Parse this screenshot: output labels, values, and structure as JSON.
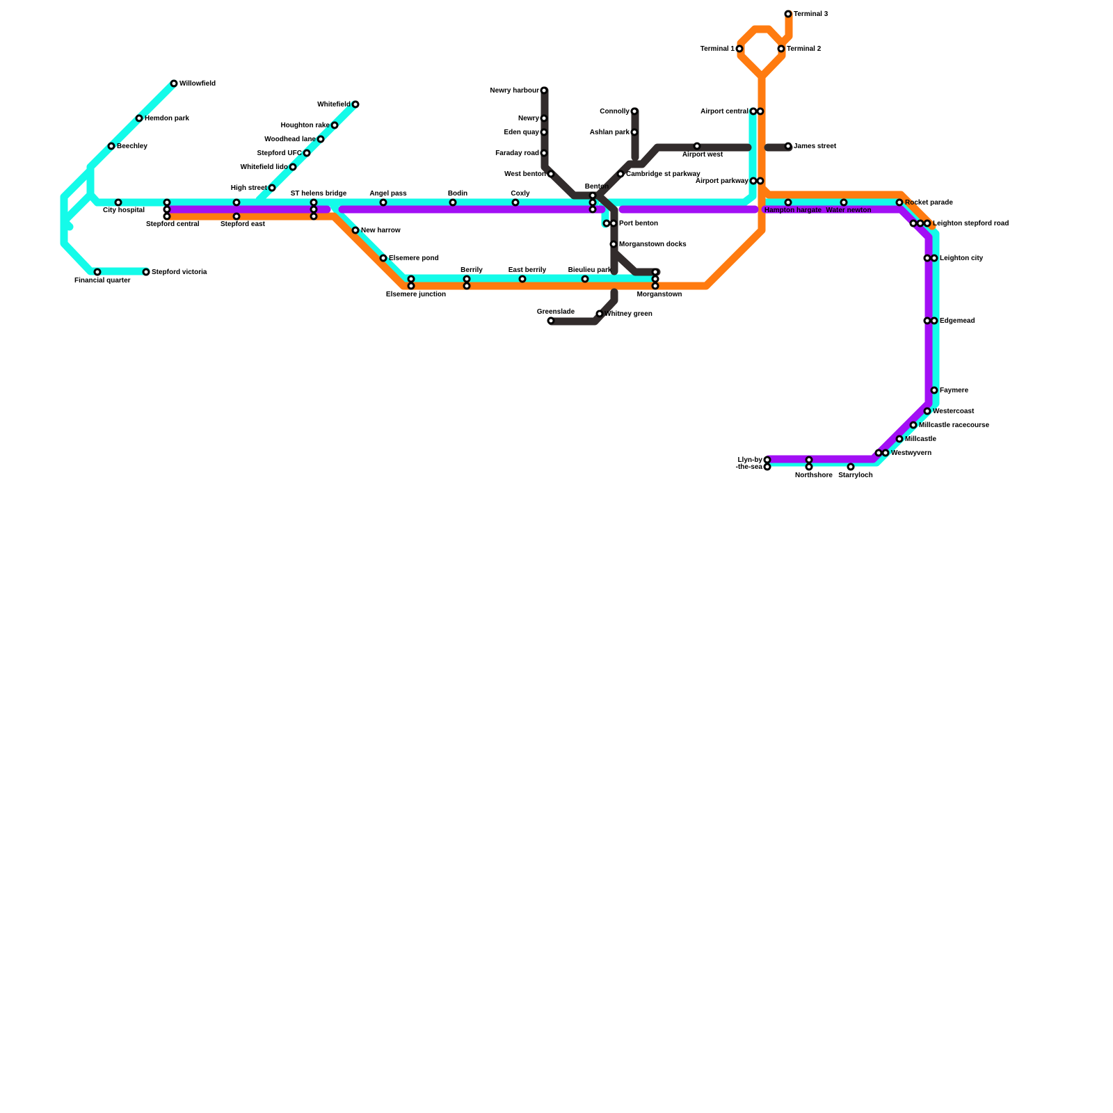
{
  "colors": {
    "cyan_line": "#14fbe9",
    "purple_line": "#a20ff5",
    "orange_line": "#ff7b10",
    "dark_line": "#322c2c"
  },
  "stations": {
    "willowfield": "Willowfield",
    "hemdon_park": "Hemdon park",
    "beechley": "Beechley",
    "city_hospital": "City hospital",
    "financial_quarter": "Financial quarter",
    "stepford_victoria": "Stepford victoria",
    "stepford_central": "Stepford central",
    "stepford_east": "Stepford east",
    "whitefield": "Whitefield",
    "houghton_rake": "Houghton rake",
    "woodhead_lane": "Woodhead lane",
    "stepford_ufc": "Stepford UFC",
    "whitefield_lido": "Whitefield lido",
    "high_street": "High street",
    "st_helens_bridge": "ST helens bridge",
    "new_harrow": "New harrow",
    "elsemere_pond": "Elsemere pond",
    "elsemere_junction": "Elsemere junction",
    "angel_pass": "Angel pass",
    "bodin": "Bodin",
    "coxly": "Coxly",
    "berrily": "Berrily",
    "east_berrily": "East berrily",
    "bieulieu_park": "Bieulieu park",
    "morganstown": "Morganstown",
    "greenslade": "Greenslade",
    "whitney_green": "Whitney green",
    "newry_harbour": "Newry harbour",
    "newry": "Newry",
    "eden_quay": "Eden quay",
    "faraday_road": "Faraday road",
    "west_benton": "West benton",
    "benton": "Benton",
    "port_benton": "Port benton",
    "morganstown_docks": "Morganstown docks",
    "connolly": "Connolly",
    "ashlan_park": "Ashlan park",
    "cambridge_st_parkway": "Cambridge st parkway",
    "airport_west": "Airport west",
    "james_street": "James street",
    "airport_central": "Airport central",
    "airport_parkway": "Airport parkway",
    "terminal_1": "Terminal 1",
    "terminal_2": "Terminal 2",
    "terminal_3": "Terminal 3",
    "hampton_hargate": "Hampton hargate",
    "water_newton": "Water newton",
    "rocket_parade": "Rocket parade",
    "leighton_stepford_road": "Leighton stepford road",
    "leighton_city": "Leighton city",
    "edgemead": "Edgemead",
    "faymere": "Faymere",
    "westercoast": "Westercoast",
    "millcastle_racecourse": "Millcastle racecourse",
    "millcastle": "Millcastle",
    "westwyvern": "Westwyvern",
    "starryloch": "Starryloch",
    "northshore": "Northshore",
    "llyn_by_the_sea_1": "Llyn-by",
    "llyn_by_the_sea_2": "-the-sea"
  }
}
